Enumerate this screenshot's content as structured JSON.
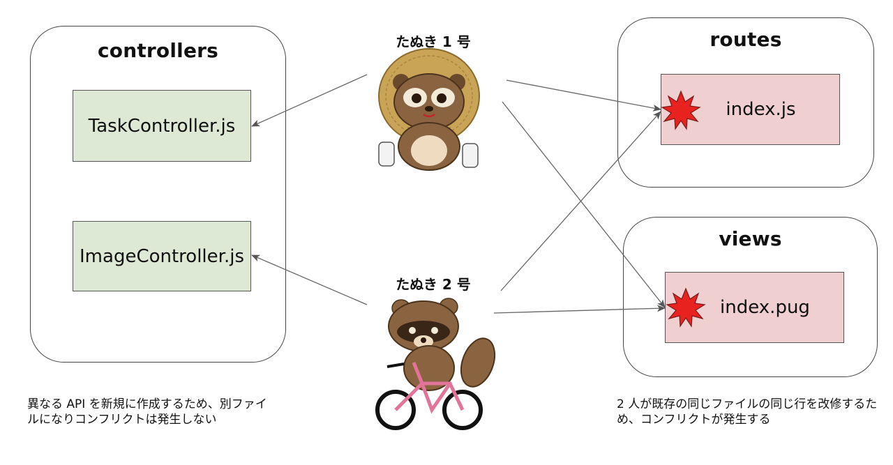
{
  "containers": {
    "controllers": {
      "title": "controllers"
    },
    "routes": {
      "title": "routes"
    },
    "views": {
      "title": "views"
    }
  },
  "files": {
    "task_controller": "TaskController.js",
    "image_controller": "ImageController.js",
    "routes_index": "index.js",
    "views_index": "index.pug"
  },
  "characters": {
    "tanuki1": {
      "label": "たぬき 1 号"
    },
    "tanuki2": {
      "label": "たぬき 2 号"
    }
  },
  "notes": {
    "left": "異なる API を新規に作成するため、別ファイルになりコンフリクトは発生しない",
    "right": "2 人が既存の同じファイルの同じ行を改修するため、コンフリクトが発生する"
  },
  "colors": {
    "controller_file_bg": "#dde9d5",
    "view_file_bg": "#efcfcf",
    "conflict_burst": "#e8231f"
  }
}
